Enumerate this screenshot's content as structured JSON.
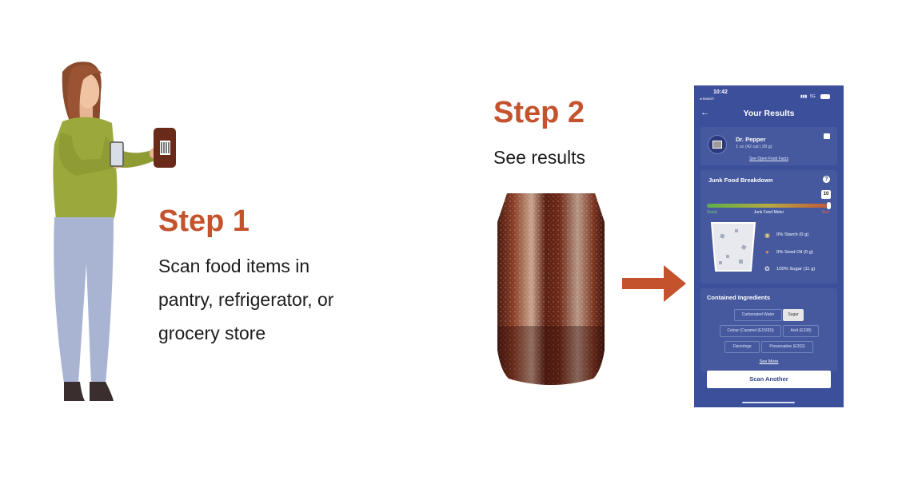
{
  "step1": {
    "title": "Step 1",
    "lines": [
      "Scan food items in",
      "pantry, refrigerator, or",
      "grocery store"
    ]
  },
  "step2": {
    "title": "Step 2",
    "text": "See results"
  },
  "colors": {
    "accent": "#c4532d",
    "phone_bg": "#3c4f9b",
    "card_bg": "#46599f"
  },
  "phone": {
    "status": {
      "time": "10:42",
      "back_app": "◂ Search",
      "network": "5G"
    },
    "header": {
      "title": "Your Results",
      "back_icon": "back-arrow-icon"
    },
    "product": {
      "name": "Dr. Pepper",
      "serving": "1 oz (42 cal | 28 g)",
      "link": "See Open Food Facts"
    },
    "breakdown": {
      "title": "Junk Food Breakdown",
      "score": "10",
      "score_fraction": 1.0,
      "meter_left": "Good",
      "meter_center": "Junk Food Meter",
      "meter_right": "Bad",
      "items": [
        {
          "icon": "starch-icon",
          "label": "0% Starch (0 g)"
        },
        {
          "icon": "seed-oil-icon",
          "label": "0% Seed Oil (0 g)"
        },
        {
          "icon": "sugar-icon",
          "label": "100% Sugar (11 g)"
        }
      ]
    },
    "ingredients": {
      "title": "Contained Ingredients",
      "chips": [
        {
          "label": "Carbonated Water",
          "selected": false
        },
        {
          "label": "Sugar",
          "selected": true
        },
        {
          "label": "Colour (Caramel (E150D))",
          "selected": false
        },
        {
          "label": "Acid (E338)",
          "selected": false
        },
        {
          "label": "Flavorings",
          "selected": false
        },
        {
          "label": "Preservative (E202)",
          "selected": false
        }
      ],
      "see_more": "See More"
    },
    "scan_button": "Scan Another"
  }
}
